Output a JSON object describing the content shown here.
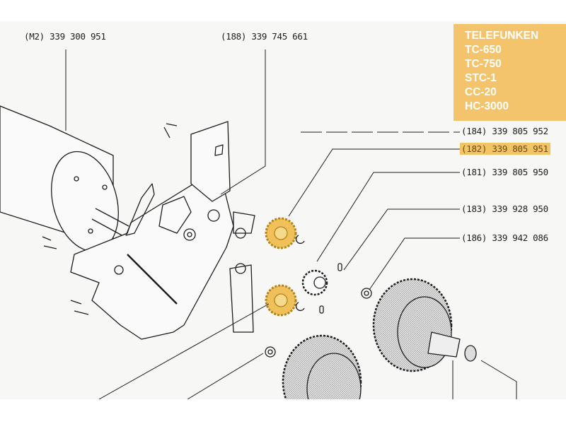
{
  "brand_box": {
    "lines": [
      "TELEFUNKEN",
      "TC-650",
      "TC-750",
      "STC-1",
      "CC-20",
      "HC-3000"
    ]
  },
  "parts": [
    {
      "ref": "(M2)",
      "number": "339 300 951",
      "highlighted": false
    },
    {
      "ref": "(188)",
      "number": "339 745 661",
      "highlighted": false
    },
    {
      "ref": "(184)",
      "number": "339 805 952",
      "highlighted": false
    },
    {
      "ref": "(182)",
      "number": "339 805 951",
      "highlighted": true
    },
    {
      "ref": "(181)",
      "number": "339 805 950",
      "highlighted": false
    },
    {
      "ref": "(183)",
      "number": "339 928 950",
      "highlighted": false
    },
    {
      "ref": "(186)",
      "number": "339 942 086",
      "highlighted": false
    }
  ],
  "colors": {
    "highlight": "#f2c463",
    "brand_box": "#f4c46c",
    "ink": "#1d1d1d"
  }
}
